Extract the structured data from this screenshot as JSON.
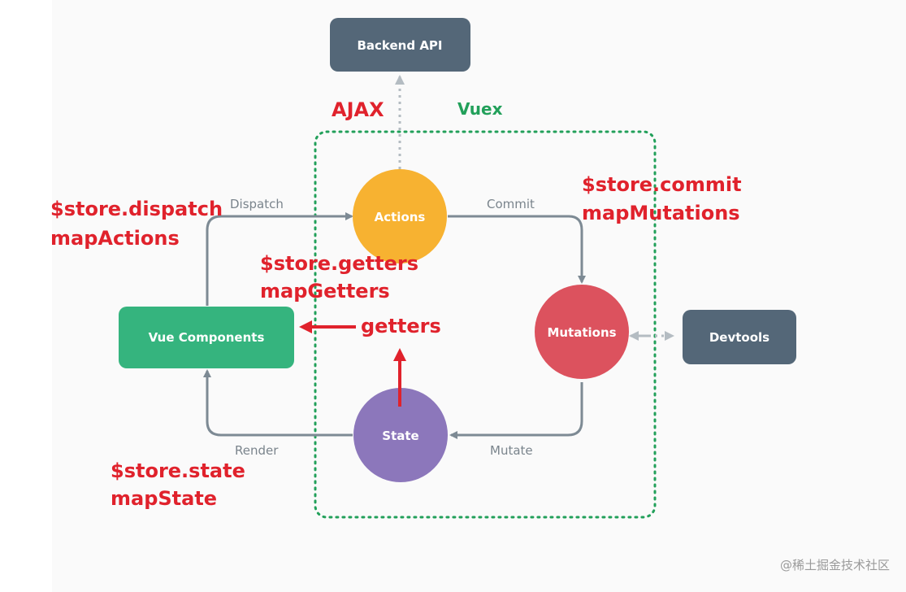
{
  "nodes": {
    "backend_api": {
      "label": "Backend API",
      "color": "#546778"
    },
    "actions": {
      "label": "Actions",
      "color": "#f7b231"
    },
    "mutations": {
      "label": "Mutations",
      "color": "#dc525e"
    },
    "state": {
      "label": "State",
      "color": "#8c77bb"
    },
    "vue_components": {
      "label": "Vue Components",
      "color": "#35b47e"
    },
    "devtools": {
      "label": "Devtools",
      "color": "#546778"
    }
  },
  "edges": {
    "dispatch": "Dispatch",
    "commit": "Commit",
    "mutate": "Mutate",
    "render": "Render"
  },
  "store_boundary": {
    "label": "Vuex",
    "color": "#22a05a"
  },
  "annotations": {
    "ajax": "AJAX",
    "dispatch_line1": "$store.dispatch",
    "dispatch_line2": "mapActions",
    "commit_line1": "$store.commit",
    "commit_line2": "mapMutations",
    "getters_line1": "$store.getters",
    "getters_line2": "mapGetters",
    "getters": "getters",
    "state_line1": "$store.state",
    "state_line2": "mapState",
    "color": "#e0222c"
  },
  "colors": {
    "edge": "#7d8a94",
    "dotted_link": "#b4bcc2"
  },
  "watermark": "@稀土掘金技术社区"
}
